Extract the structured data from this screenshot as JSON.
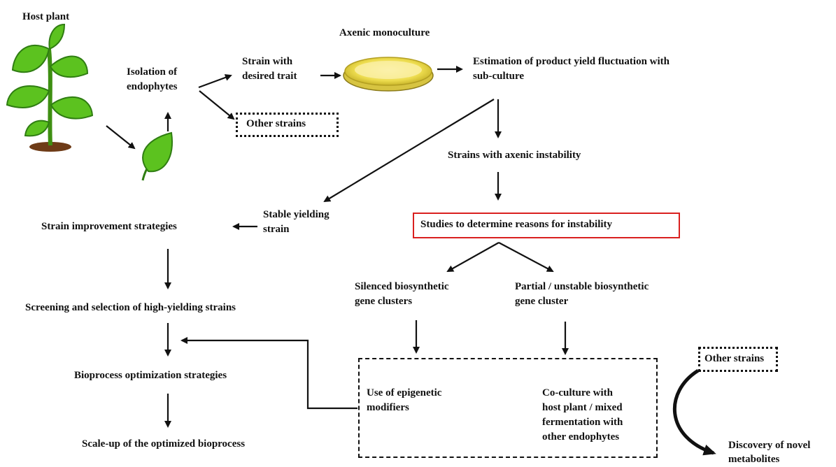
{
  "host_plant": "Host plant",
  "isolation": [
    "Isolation of",
    "endophytes"
  ],
  "strain_trait": [
    "Strain with",
    "desired trait"
  ],
  "other_strains_top": "Other strains",
  "axenic_monoculture": "Axenic monoculture",
  "estimation": [
    "Estimation of product yield  fluctuation with",
    "sub-culture"
  ],
  "axenic_instability": "Strains with axenic instability",
  "stable_strain": [
    "Stable yielding",
    "strain"
  ],
  "strain_improvement": "Strain improvement strategies",
  "studies": "Studies to determine reasons for instability",
  "silenced": [
    "Silenced biosynthetic",
    "gene clusters"
  ],
  "partial": [
    "Partial / unstable biosynthetic",
    "gene cluster"
  ],
  "screening": "Screening and selection of high-yielding strains",
  "bioprocess": "Bioprocess optimization strategies",
  "scaleup": "Scale-up of the optimized bioprocess",
  "epigenetic": [
    "Use of epigenetic",
    "modifiers"
  ],
  "coculture": [
    "Co-culture with",
    "host plant  / mixed",
    "fermentation with",
    "other endophytes"
  ],
  "other_strains_bottom": "Other strains",
  "discovery": [
    "Discovery of novel",
    "metabolites"
  ],
  "colors": {
    "plant_green": "#5cc21f",
    "leaf_dark": "#2f7d12",
    "highlight_box": "#d9201f",
    "dish_yellow": "#f1dc3c"
  }
}
